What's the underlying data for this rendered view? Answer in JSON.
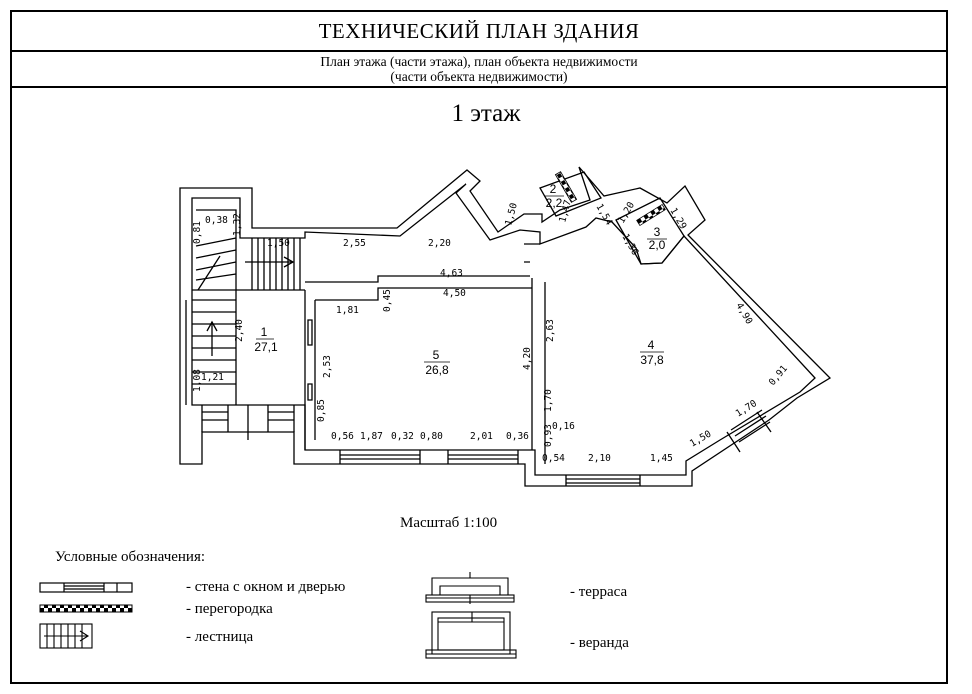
{
  "header": {
    "title": "ТЕХНИЧЕСКИЙ ПЛАН ЗДАНИЯ",
    "subtitle_line1": "План этажа (части этажа), план объекта недвижимости",
    "subtitle_line2": "(части объекта недвижимости)"
  },
  "floor_label": "1 этаж",
  "rooms": [
    {
      "num": "1",
      "area": "27,1"
    },
    {
      "num": "2",
      "area": "2,2"
    },
    {
      "num": "3",
      "area": "2,0"
    },
    {
      "num": "4",
      "area": "37,8"
    },
    {
      "num": "5",
      "area": "26,8"
    }
  ],
  "dimensions": {
    "d_081": "0,81",
    "d_038": "0,38",
    "d_132": "1,32",
    "d_150a": "1,50",
    "d_255": "2,55",
    "d_220": "2,20",
    "d_150b": "1,50",
    "d_147": "1,47",
    "d_154": "1,54",
    "d_120": "1,20",
    "d_129": "1,29",
    "d_136": "1,36",
    "d_463": "4,63",
    "d_045": "0,45",
    "d_450": "4,50",
    "d_181": "1,81",
    "d_240": "2,40",
    "d_253": "2,53",
    "d_263": "2,63",
    "d_420": "4,20",
    "d_490": "4,90",
    "d_091": "0,91",
    "d_108": "1,08",
    "d_121": "1,21",
    "d_085": "0,85",
    "d_170a": "1,70",
    "d_170b": "1,70",
    "d_016": "0,16",
    "d_150c": "1,50",
    "d_056": "0,56",
    "d_187": "1,87",
    "d_032": "0,32",
    "d_080": "0,80",
    "d_201": "2,01",
    "d_036": "0,36",
    "d_093": "0,93",
    "d_054": "0,54",
    "d_210": "2,10",
    "d_145": "1,45"
  },
  "scale_label": "Масштаб 1:100",
  "legend": {
    "title": "Условные обозначения:",
    "wall_window_door": "- стена с окном и дверью",
    "partition": "- перегородка",
    "stairs": "- лестница",
    "terrace": "- терраса",
    "veranda": "- веранда"
  }
}
